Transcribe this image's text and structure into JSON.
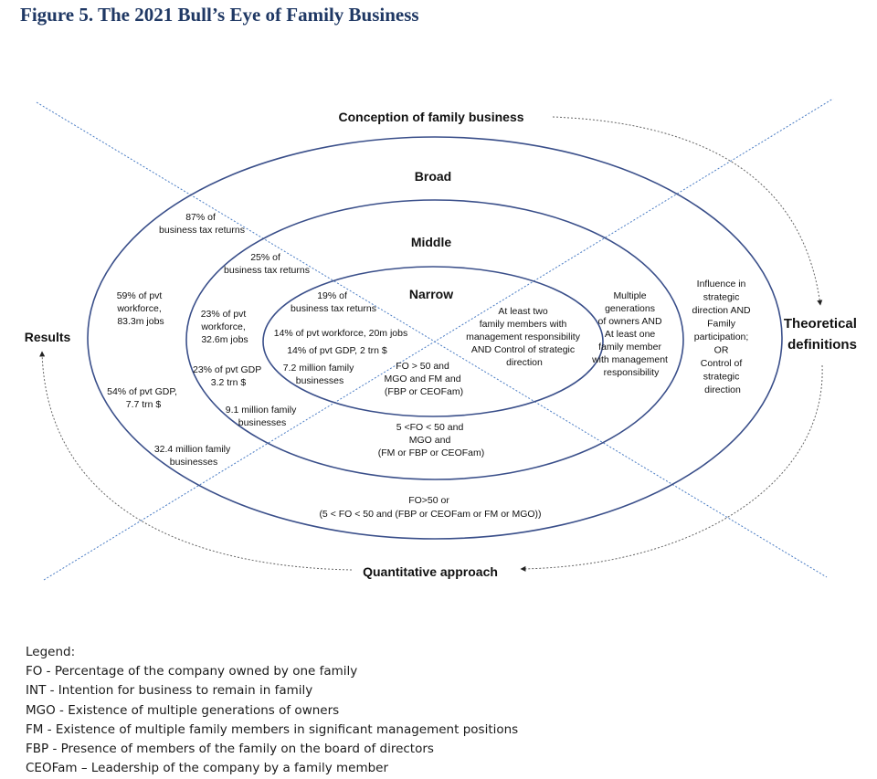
{
  "title": "Figure 5. The 2021 Bull’s Eye of Family Business",
  "axes": {
    "top": "Conception of family business",
    "bottom": "Quantitative approach",
    "left": "Results",
    "right": [
      "Theoretical",
      "definitions"
    ]
  },
  "rings": {
    "broad": "Broad",
    "middle": "Middle",
    "narrow": "Narrow"
  },
  "results": {
    "broad": {
      "tax": [
        "87% of",
        "business tax returns"
      ],
      "workforce": [
        "59% of pvt",
        "workforce,",
        "83.3m jobs"
      ],
      "gdp": [
        "54% of pvt GDP,",
        "7.7 trn $"
      ],
      "businesses": [
        "32.4 million family",
        "businesses"
      ]
    },
    "middle": {
      "tax": [
        "25% of",
        "business tax returns"
      ],
      "workforce": [
        "23% of pvt",
        "workforce,",
        "32.6m jobs"
      ],
      "gdp": [
        "23% of pvt GDP",
        "3.2 trn $"
      ],
      "businesses": [
        "9.1 million family",
        "businesses"
      ]
    },
    "narrow": {
      "tax": [
        "19% of",
        "business tax returns"
      ],
      "workforce": "14% of pvt workforce, 20m jobs",
      "gdp": "14% of pvt GDP, 2 trn $",
      "businesses": [
        "7.2 million family",
        "businesses"
      ]
    }
  },
  "definitions": {
    "narrow": [
      "At least two",
      "family members with",
      "management responsibility",
      "AND Control of strategic",
      "direction"
    ],
    "middle": [
      "Multiple",
      "generations",
      "of owners AND",
      "At least one",
      "family member",
      "with management",
      "responsibility"
    ],
    "broad": [
      "Influence in",
      "strategic",
      "direction AND",
      "Family",
      "participation;",
      "OR",
      "Control of",
      "strategic",
      "direction"
    ]
  },
  "quantitative": {
    "narrow": [
      "FO > 50 and",
      "MGO and FM and",
      "(FBP or CEOFam)"
    ],
    "middle": [
      "5 <FO < 50 and",
      "MGO and",
      "(FM or FBP or CEOFam)"
    ],
    "broad": [
      "FO>50 or",
      "(5 < FO < 50 and (FBP or CEOFam or FM or MGO))"
    ]
  },
  "legend": [
    "Legend:",
    "FO - Percentage of the company owned by one family",
    "INT - Intention for business to remain in family",
    "MGO - Existence of multiple generations of owners",
    "FM - Existence of multiple family members in significant management positions",
    "FBP - Presence of members of the family on the board of directors",
    "CEOFam – Leadership of the company by a family member"
  ],
  "colors": {
    "title": "#1f3864",
    "ellipse": "#3a4f8a",
    "diagonal": "#4a7cc4",
    "arrow": "#666666"
  }
}
